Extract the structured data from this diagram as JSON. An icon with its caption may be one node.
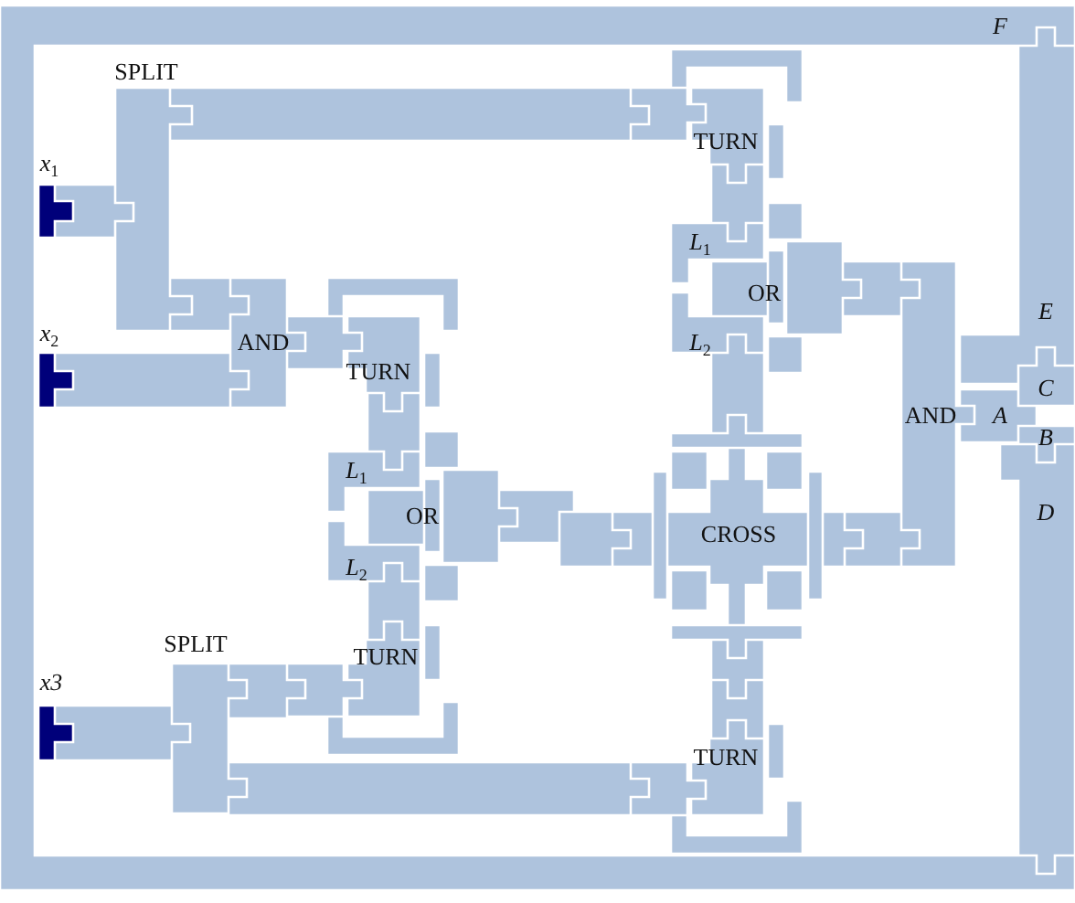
{
  "diagram": {
    "labels": [
      "F",
      "SPLIT",
      "TURN",
      "*x*$_{1}$",
      "*L*$_{1}$",
      "OR",
      "E",
      "*x*$_{2}$",
      "AND",
      "*L*$_{2}$",
      "TURN",
      "C",
      "AND",
      "A",
      "B",
      "*L*$_{1}$",
      "OR",
      "D",
      "CROSS",
      "*L*$_{2}$",
      "SPLIT",
      "TURN",
      "x3",
      "TURN"
    ]
  }
}
